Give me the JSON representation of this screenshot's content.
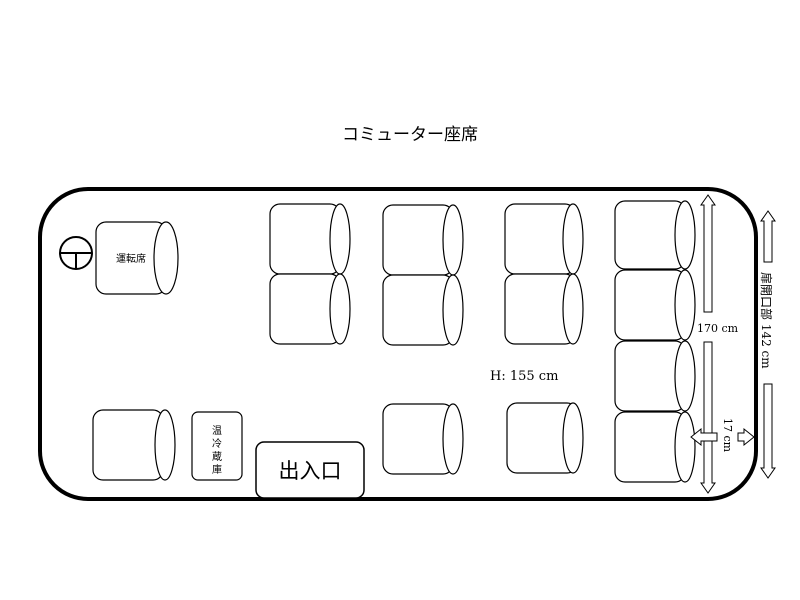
{
  "title": "コミューター座席",
  "labels": {
    "driver": "運転席",
    "fridge": [
      "温",
      "冷",
      "蔵",
      "庫"
    ],
    "entrance": "出入口",
    "height": "H: 155 cm",
    "length": "170 cm",
    "door_opening": "扉開口部 142 cm",
    "gap": "17 cm"
  },
  "colors": {
    "line": "#000000",
    "fill": "#ffffff"
  }
}
